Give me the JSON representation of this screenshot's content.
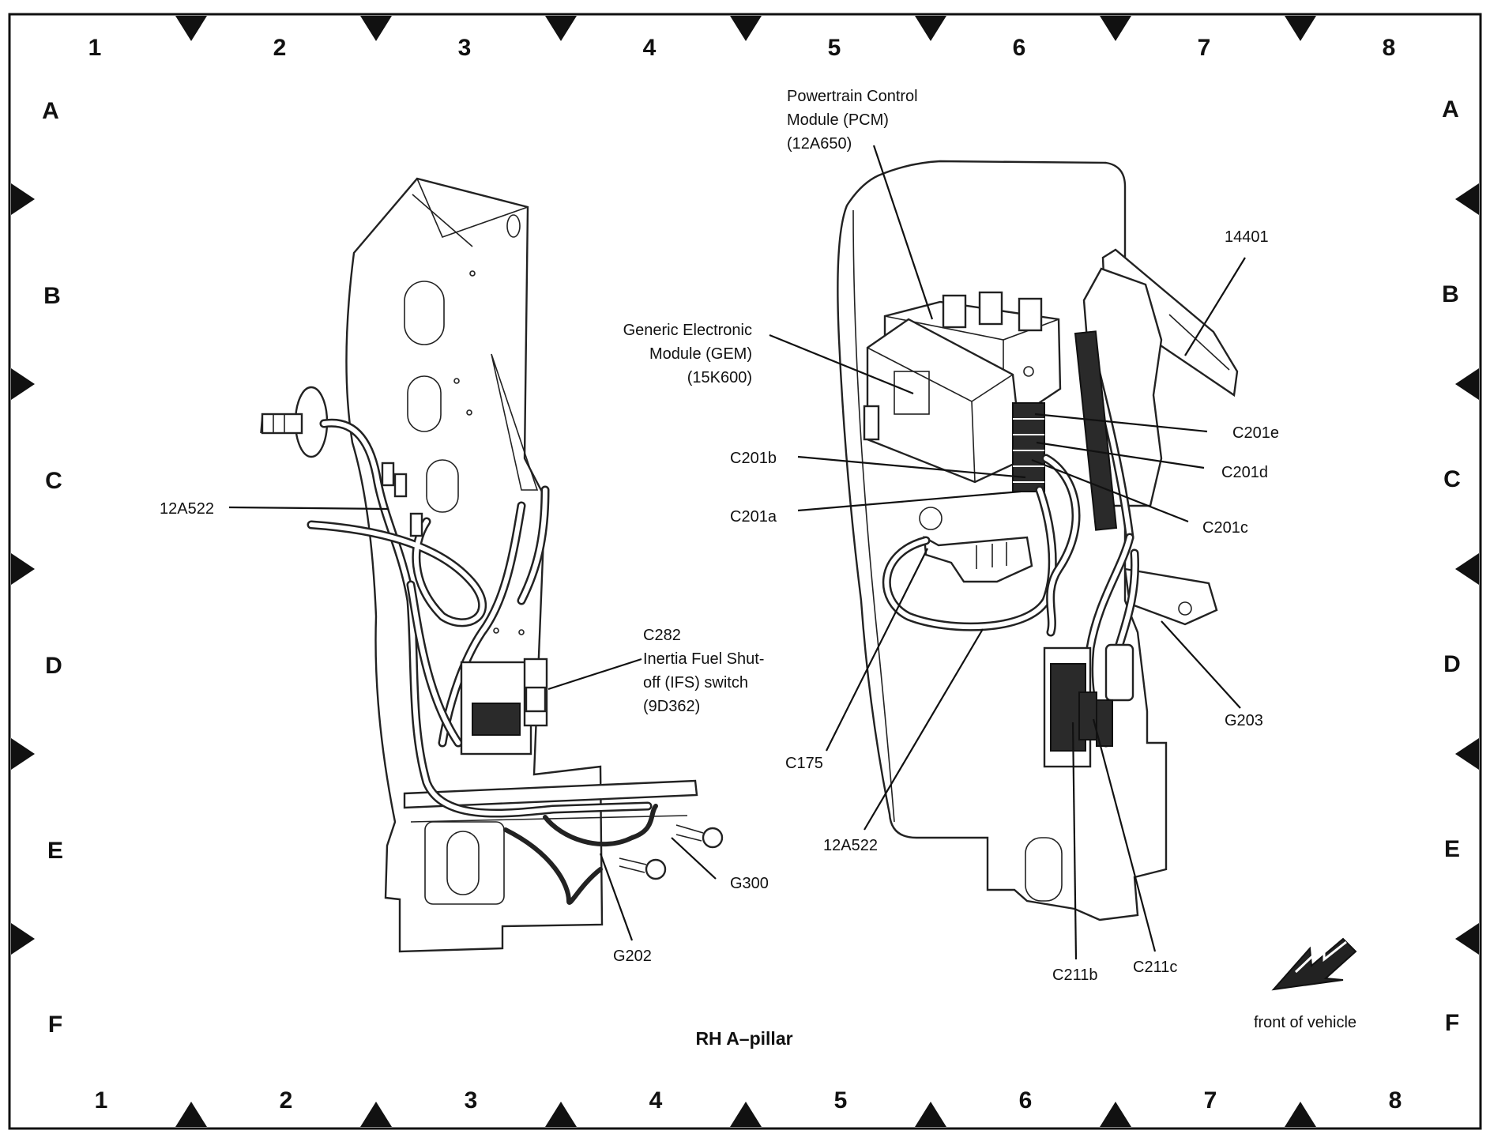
{
  "grid": {
    "columns_top": [
      "1",
      "2",
      "3",
      "4",
      "5",
      "6",
      "7",
      "8"
    ],
    "columns_bottom": [
      "1",
      "2",
      "3",
      "4",
      "5",
      "6",
      "7",
      "8"
    ],
    "rows_left": [
      "A",
      "B",
      "C",
      "D",
      "E",
      "F"
    ],
    "rows_right": [
      "A",
      "B",
      "C",
      "D",
      "E",
      "F"
    ]
  },
  "callouts": {
    "pcm": [
      "Powertrain Control",
      "Module (PCM)",
      "(12A650)"
    ],
    "gem": [
      "Generic Electronic",
      "Module (GEM)",
      "(15K600)"
    ],
    "c282": [
      "C282",
      "Inertia Fuel Shut-",
      "off (IFS) switch",
      "(9D362)"
    ],
    "left_12a522": "12A522",
    "right_12a522": "12A522",
    "c201a": "C201a",
    "c201b": "C201b",
    "c201c": "C201c",
    "c201d": "C201d",
    "c201e": "C201e",
    "n14401": "14401",
    "g203": "G203",
    "c175": "C175",
    "g300": "G300",
    "g202": "G202",
    "c211b": "C211b",
    "c211c": "C211c"
  },
  "caption": "RH A–pillar",
  "front_label": "front of vehicle",
  "icons": [
    "front-direction-arrow-icon"
  ]
}
